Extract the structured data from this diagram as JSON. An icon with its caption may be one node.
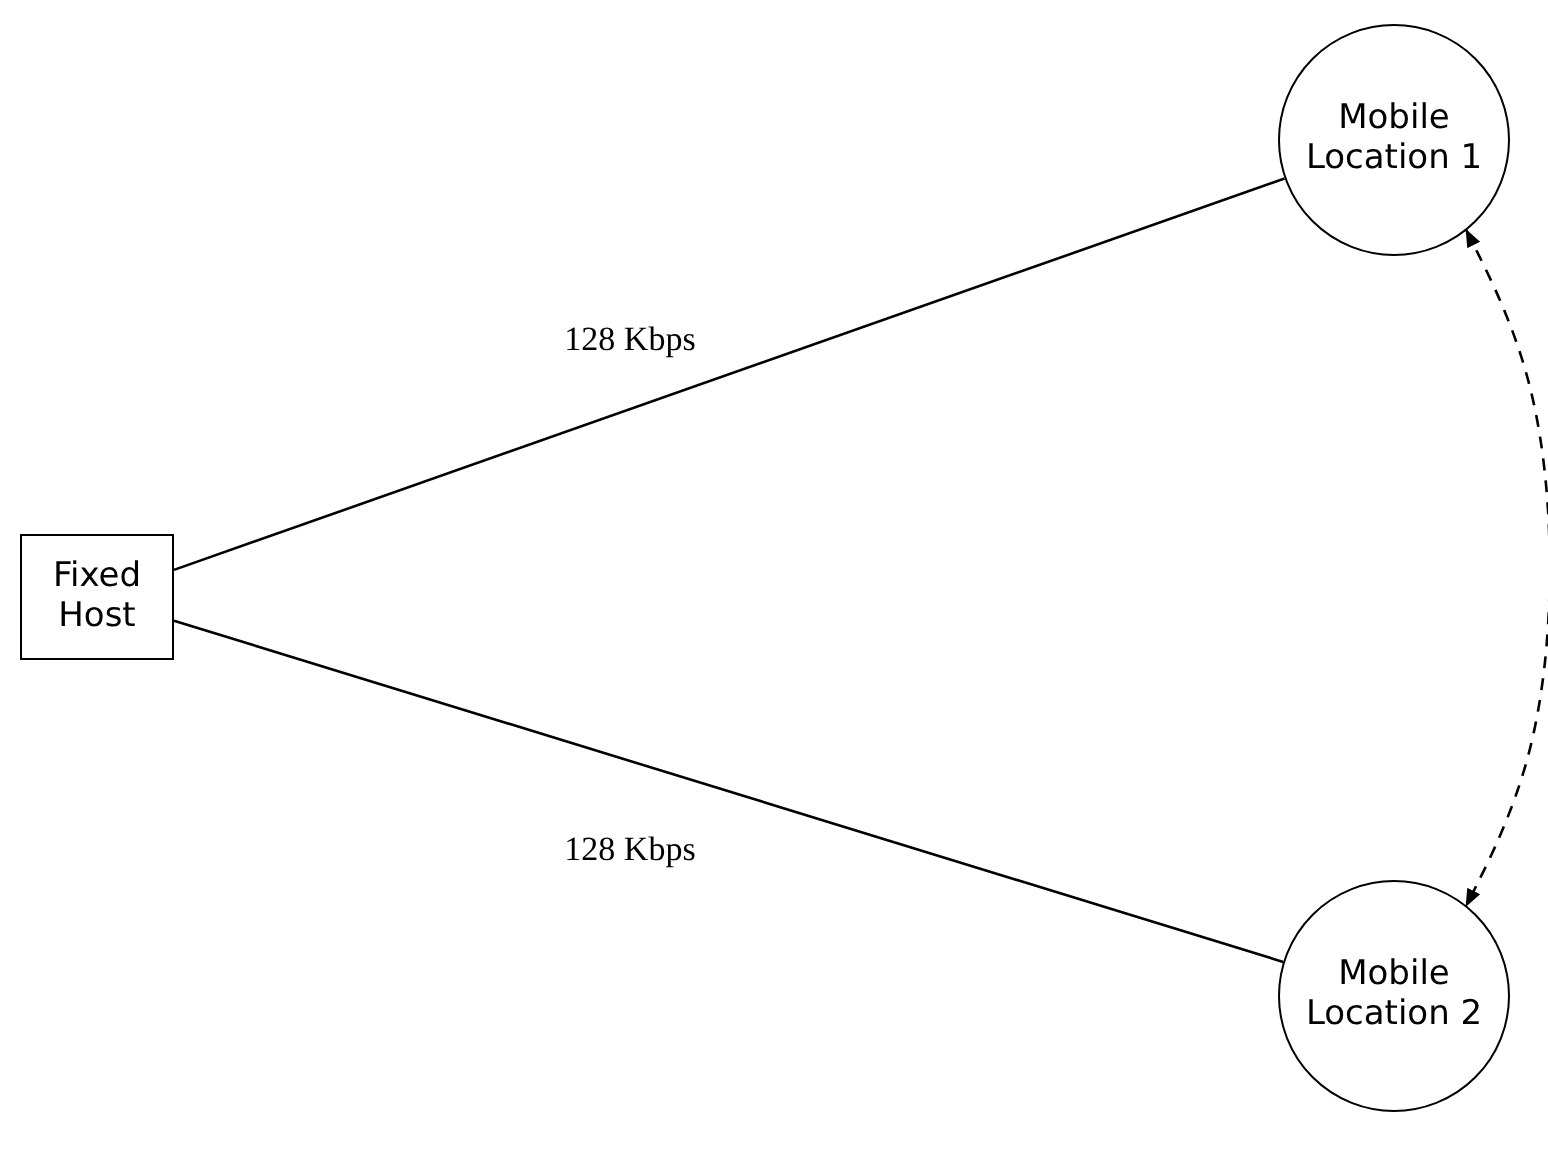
{
  "diagram": {
    "nodes": [
      {
        "text": [
          "Fixed Host"
        ]
      },
      {
        "text": [
          "Mobile Location 1"
        ]
      },
      {
        "text": [
          "Mobile Location 2"
        ]
      }
    ],
    "edges": [
      {
        "from": 0,
        "to": 1,
        "arrow": "none",
        "label": "128 Kbps"
      },
      {
        "from": 0,
        "to": 2,
        "arrow": "none",
        "label": "128 Kbps"
      },
      {
        "from": 1,
        "to": 2,
        "arrow": "both",
        "style": "dashed"
      }
    ]
  }
}
